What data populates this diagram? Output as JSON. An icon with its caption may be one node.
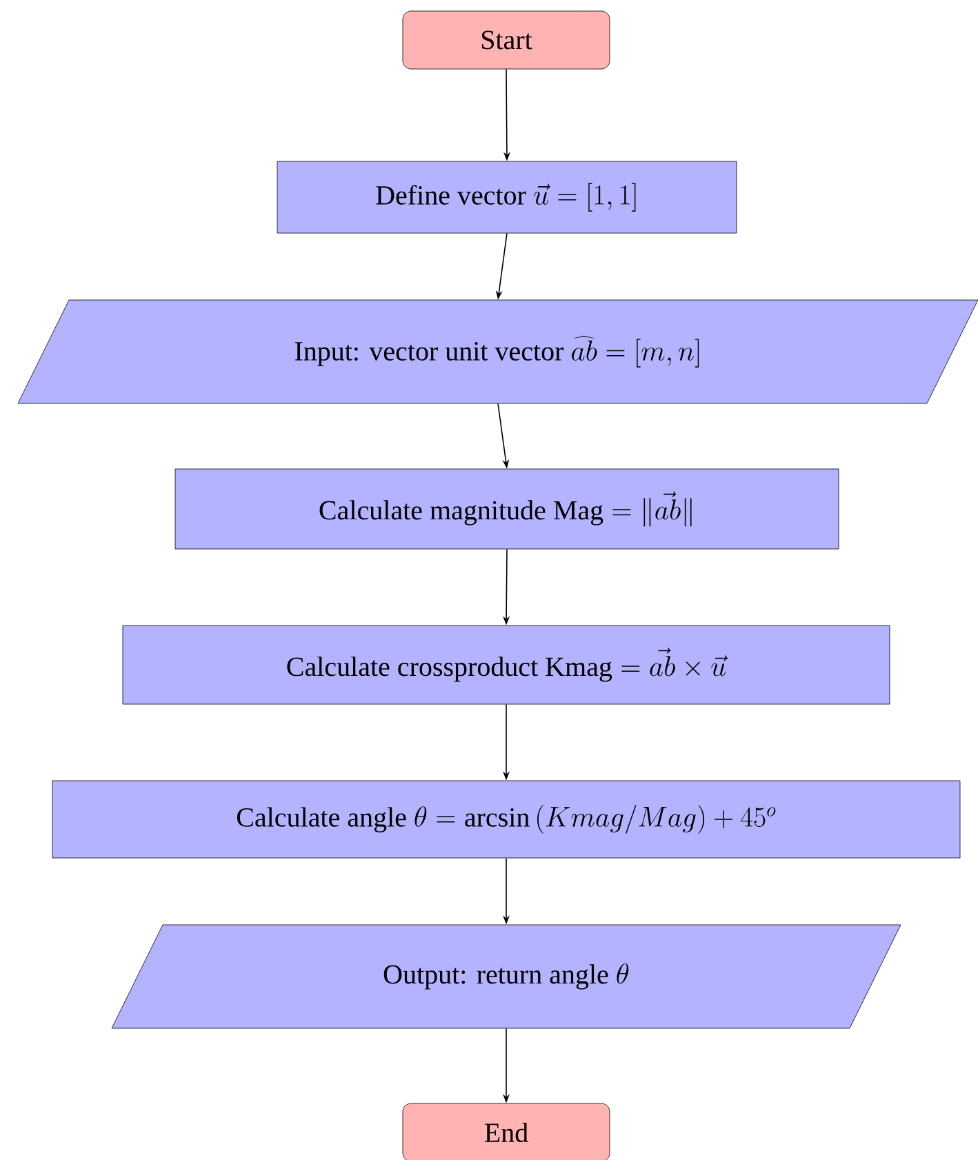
{
  "diagram": {
    "nodes": [
      {
        "text": [
          "Start"
        ]
      },
      {
        "text": [
          "Define vector",
          "\\vec{u} = [1, 1]"
        ]
      },
      {
        "text": [
          "Input: vector unit vector",
          "\\widehat{ab} = [m, n]"
        ]
      },
      {
        "text": [
          "Calculate magnitude",
          "\\mathrm{Mag} = \\|\\vec{ab}\\|"
        ]
      },
      {
        "text": [
          "Calculate crossproduct",
          "\\mathrm{Kmag} = \\vec{ab} \\times \\vec{u}"
        ]
      },
      {
        "text": [
          "Calculate angle",
          "\\theta = \\arcsin\\left(Kmag/Mag\\right) + 45^o"
        ]
      },
      {
        "text": [
          "Output: return angle",
          "\\theta"
        ]
      },
      {
        "text": [
          "End"
        ]
      }
    ],
    "edges": [
      {
        "from": 0,
        "to": 1,
        "arrow": "to"
      },
      {
        "from": 1,
        "to": 2,
        "arrow": "to"
      },
      {
        "from": 2,
        "to": 3,
        "arrow": "to"
      },
      {
        "from": 3,
        "to": 4,
        "arrow": "to"
      },
      {
        "from": 4,
        "to": 5,
        "arrow": "to"
      },
      {
        "from": 5,
        "to": 6,
        "arrow": "to"
      },
      {
        "from": 6,
        "to": 7,
        "arrow": "to"
      }
    ]
  }
}
